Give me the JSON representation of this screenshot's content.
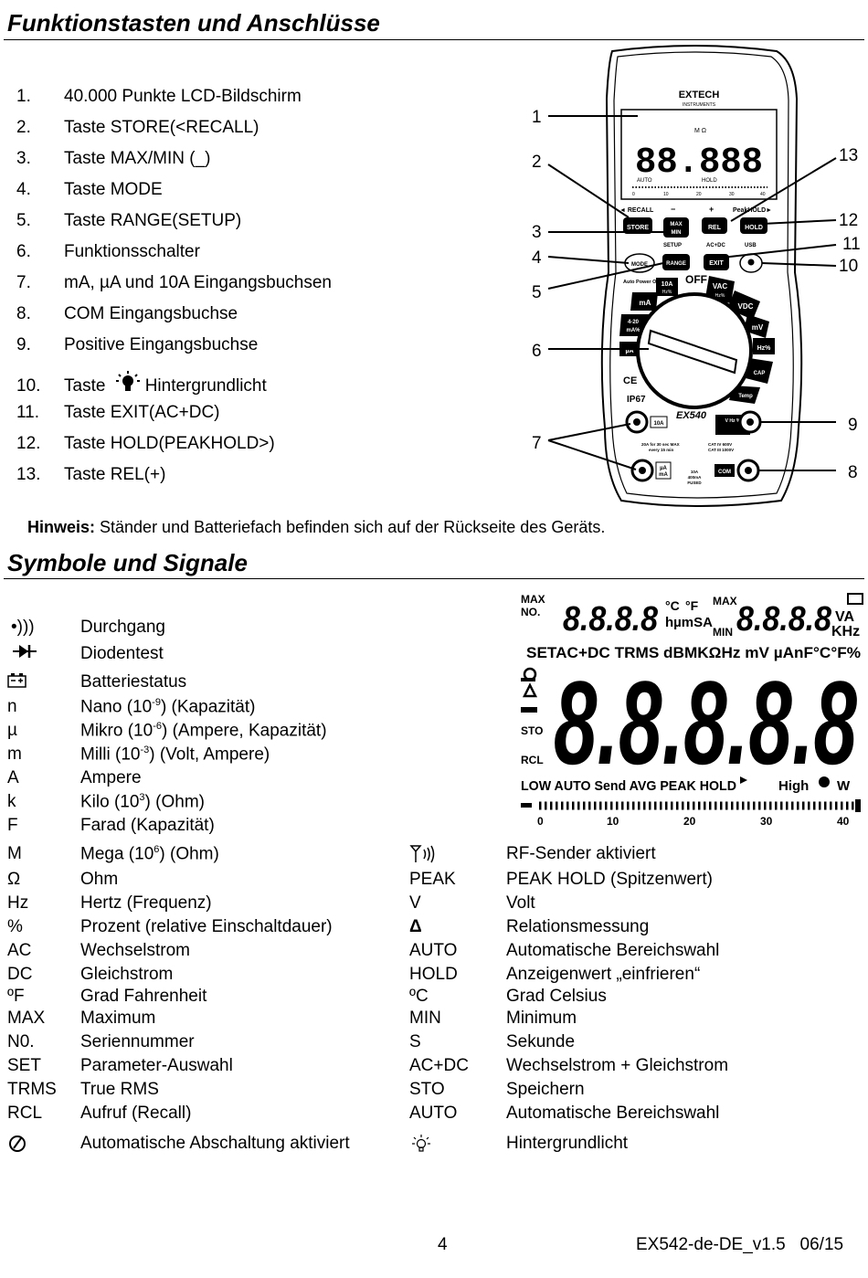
{
  "section1": {
    "title": "Funktionstasten und Anschlüsse",
    "items": [
      {
        "num": "1.",
        "text": "40.000 Punkte LCD-Bildschirm"
      },
      {
        "num": "2.",
        "text": "Taste STORE(<RECALL)"
      },
      {
        "num": "3.",
        "text": "Taste MAX/MIN (_)"
      },
      {
        "num": "4.",
        "text": "Taste MODE"
      },
      {
        "num": "5.",
        "text": "Taste RANGE(SETUP)"
      },
      {
        "num": "6.",
        "text": "Funktionsschalter"
      },
      {
        "num": "7.",
        "text": "mA, µA und 10A Eingangsbuchsen"
      },
      {
        "num": "8.",
        "text": "COM Eingangsbuchse"
      },
      {
        "num": "9.",
        "text": "Positive Eingangsbuchse"
      },
      {
        "num": "10.",
        "text_before": "Taste",
        "text_after": "Hintergrundlicht"
      },
      {
        "num": "11.",
        "text": "Taste EXIT(AC+DC)"
      },
      {
        "num": "12.",
        "text": "Taste HOLD(PEAKHOLD>)"
      },
      {
        "num": "13.",
        "text": "Taste REL(+)"
      }
    ],
    "note_label": "Hinweis:",
    "note_text": " Ständer und Batteriefach befinden sich auf der Rückseite des Geräts."
  },
  "meter": {
    "brand": "EXTECH",
    "brand_sub": "INSTRUMENTS",
    "model": "EX540",
    "lcd_digits": "88.888",
    "lcd_auto": "AUTO",
    "lcd_hold": "HOLD",
    "lcd_unit": "M Ω",
    "scale_labels": [
      "0",
      "10",
      "20",
      "30",
      "40"
    ],
    "btn_recall": "◄ RECALL",
    "btn_minus": "−",
    "btn_plus": "+",
    "btn_peakhold": "PeakHOLD►",
    "btn_store": "STORE",
    "btn_maxmin_1": "MAX",
    "btn_maxmin_2": "MIN",
    "btn_rel": "REL",
    "btn_hold": "HOLD",
    "lbl_setup": "SETUP",
    "lbl_acdc": "AC+DC",
    "lbl_usb": "USB",
    "btn_mode": "MODE",
    "btn_range": "RANGE",
    "btn_exit": "EXIT",
    "auto_power_off": "Auto Power Off",
    "dial_off": "OFF",
    "dial_10a": "10A",
    "dial_hz": "Hz%",
    "dial_ma": "mA",
    "dial_420": "4-20",
    "dial_ma2": "mA%",
    "dial_ua": "µA",
    "dial_vac": "VAC",
    "dial_vac2": "Hz%",
    "dial_vdc": "VDC",
    "dial_mv": "mV",
    "dial_hz2": "Hz%",
    "dial_cap": "CAP",
    "dial_temp": "Temp",
    "ce": "CE",
    "ip67": "IP67",
    "jack_10a": "10A",
    "jack_note1": "20A for 30 sec MAX",
    "jack_note2": "every 15 min",
    "jack_uama_1": "µA",
    "jack_uama_2": "mA",
    "jack_fused": "10A",
    "jack_fused2": "400mA",
    "jack_fused3": "FUSED",
    "jack_com": "COM",
    "cat1": "CAT IV 600V",
    "cat2": "CAT III 1000V",
    "vhz": "V Hz %",
    "callouts_left": [
      "1",
      "2",
      "3",
      "4",
      "5",
      "6",
      "7"
    ],
    "callouts_right": [
      "13",
      "12",
      "11",
      "10",
      "9",
      "8"
    ]
  },
  "section2": {
    "title": "Symbole und Signale",
    "left_symbols": [
      {
        "sym": "•)))",
        "desc": "Durchgang"
      },
      {
        "sym": "diode-icon",
        "desc": "Diodentest"
      },
      {
        "sym": "battery-icon",
        "desc": "Batteriestatus"
      },
      {
        "sym": "n",
        "desc": "Nano (10",
        "exp": "-9",
        "desc2": ") (Kapazität)"
      },
      {
        "sym": "µ",
        "desc": "Mikro (10",
        "exp": "-6",
        "desc2": ") (Ampere, Kapazität)"
      },
      {
        "sym": "m",
        "desc": "Milli (10",
        "exp": "-3",
        "desc2": ") (Volt, Ampere)"
      },
      {
        "sym": "A",
        "desc": "Ampere"
      },
      {
        "sym": "k",
        "desc": "Kilo (10",
        "exp": "3",
        "desc2": ") (Ohm)"
      },
      {
        "sym": "F",
        "desc": "Farad (Kapazität)"
      }
    ],
    "table": [
      {
        "s1": "M",
        "d1": "Mega (10",
        "e1": "6",
        "d1b": ") (Ohm)",
        "s2": "rf-icon",
        "d2": "RF-Sender aktiviert"
      },
      {
        "s1": "Ω",
        "d1": "Ohm",
        "s2": "PEAK",
        "d2": "PEAK HOLD (Spitzenwert)"
      },
      {
        "s1": "Hz",
        "d1": "Hertz (Frequenz)",
        "s2": "V",
        "d2": "Volt"
      },
      {
        "s1": "%",
        "d1": "Prozent (relative Einschaltdauer)",
        "s2": "Δ",
        "d2": "Relationsmessung"
      },
      {
        "s1": "AC",
        "d1": "Wechselstrom",
        "s2": "AUTO",
        "d2": "Automatische Bereichswahl"
      },
      {
        "s1": "DC",
        "d1": "Gleichstrom",
        "s2": "HOLD",
        "d2": "Anzeigenwert „einfrieren“"
      },
      {
        "s1": "ºF",
        "d1": "Grad Fahrenheit",
        "s2": "ºC",
        "d2": "Grad Celsius"
      },
      {
        "s1": "MAX",
        "d1": "Maximum",
        "s2": "MIN",
        "d2": "Minimum"
      },
      {
        "s1": "N0.",
        "d1": "Seriennummer",
        "s2": "S",
        "d2": "Sekunde"
      },
      {
        "s1": "SET",
        "d1": "Parameter-Auswahl",
        "s2": "AC+DC",
        "d2": "Wechselstrom + Gleichstrom"
      },
      {
        "s1": "TRMS",
        "d1": "True RMS",
        "s2": "STO",
        "d2": "Speichern"
      },
      {
        "s1": "RCL",
        "d1": "Aufruf (Recall)",
        "s2": "AUTO",
        "d2": "Automatische Bereichswahl"
      },
      {
        "s1": "auto-off-icon",
        "d1": "Automatische Abschaltung aktiviert",
        "s2": "backlight-icon",
        "d2": "Hintergrundlicht"
      }
    ]
  },
  "lcd2": {
    "max_no_1": "MAX",
    "max_no_2": "NO.",
    "small_digits": "8.8.8.8",
    "small_digits2": "8.8.8.8",
    "deg_c": "°C",
    "deg_f": "°F",
    "hums": "hµmSA",
    "max2": "MAX",
    "min2": "MIN",
    "va": "VA",
    "khz": "KHz",
    "row2": "SETAC+DC TRMS dBMKΩHz mV µAnF°C°F%",
    "big_digits": "8.8.8.8.8",
    "sto": "STO",
    "rcl": "RCL",
    "row3": "LOW AUTO Send AVG PEAK HOLD",
    "high": "High",
    "w": "W",
    "scale": [
      "0",
      "10",
      "20",
      "30",
      "40"
    ]
  },
  "footer": {
    "page": "4",
    "doc": "EX542-de-DE_v1.5   06/15"
  }
}
